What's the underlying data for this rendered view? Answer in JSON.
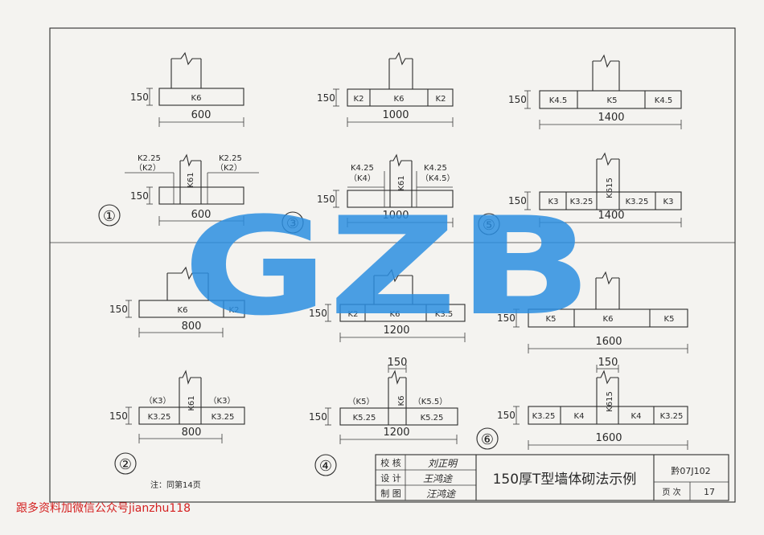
{
  "title_block": {
    "check_label": "校 核",
    "design_label": "设 计",
    "draw_label": "制 图",
    "check_sig": "刘正明",
    "design_sig": "王鸿途",
    "draw_sig": "汪鸿途",
    "title": "150厚T型墙体砌法示例",
    "atlas_code": "黔07J102",
    "page_label": "页 次",
    "page_number": "17"
  },
  "note": "注：同第14页",
  "watermark": "GZB",
  "footer_text": "跟多资料加微信公众号jianzhu118",
  "groups": {
    "g1": "①",
    "g2": "②",
    "g3": "③",
    "g4": "④",
    "g5": "⑤",
    "g6": "⑥"
  },
  "dims": {
    "thick": "150",
    "d600": "600",
    "d800": "800",
    "d1000": "1000",
    "d1200": "1200",
    "d1400": "1400",
    "d1600": "1600"
  },
  "blocks": {
    "k2": "K2",
    "k3": "K3",
    "k4": "K4",
    "k5": "K5",
    "k6": "K6",
    "k45": "K4.5",
    "k325": "K3.25",
    "k35": "K3.5",
    "k525": "K5.25",
    "k61": "K61",
    "k615": "K615",
    "k225": "K2.25",
    "k2p": "（K2）",
    "k425": "K4.25",
    "k4p": "（K4）",
    "k45p": "（K4.5）",
    "k3p": "（K3）",
    "k5p": "（K5）",
    "k55p": "（K5.5）"
  }
}
